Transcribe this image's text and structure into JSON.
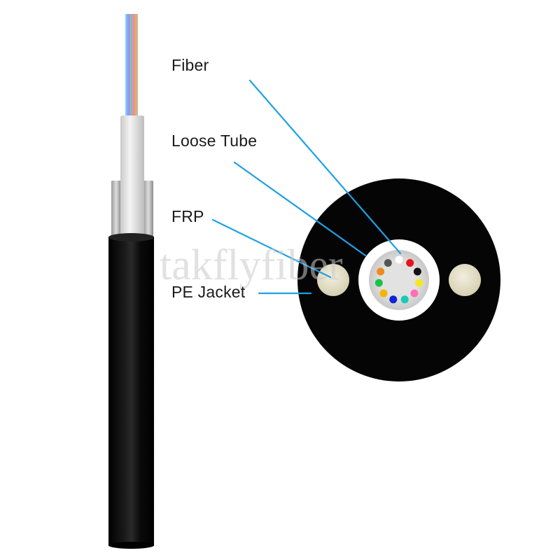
{
  "labels": {
    "fiber": "Fiber",
    "loose_tube": "Loose Tube",
    "frp": "FRP",
    "pe_jacket": "PE Jacket"
  },
  "watermark": "takflyfiber",
  "colors": {
    "leader_line": "#1ea0e6",
    "jacket": "#050505",
    "frp": "#e3ddc4",
    "loose_tube": "#e9e9e9",
    "fiber_ring": [
      "#ffffff",
      "#e8141c",
      "#111111",
      "#f5e81d",
      "#ff6fb5",
      "#19c9b9",
      "#1322d4",
      "#f4b400",
      "#19c24b",
      "#f08a1c",
      "#555555"
    ]
  }
}
